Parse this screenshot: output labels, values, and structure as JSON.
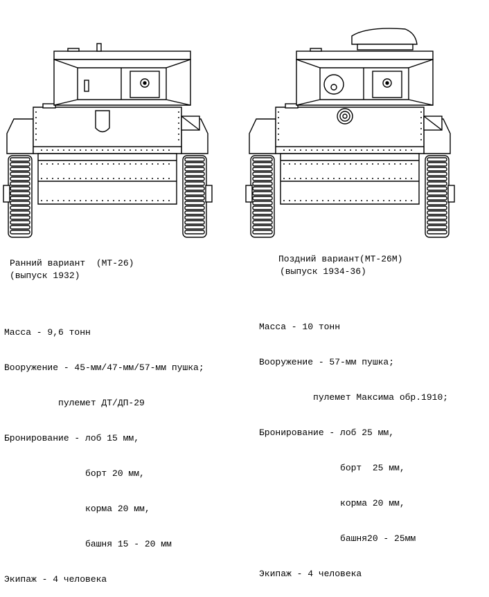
{
  "early": {
    "title": "Ранний вариант  (МТ-26)",
    "subtitle": "(выпуск 1932)",
    "specs": [
      "Масса - 9,6 тонн",
      "Вооружение - 45-мм/47-мм/57-мм пушка;",
      "          пулемет ДТ/ДП-29",
      "Бронирование - лоб 15 мм,",
      "               борт 20 мм,",
      "               корма 20 мм,",
      "               башня 15 - 20 мм",
      "Экипаж - 4 человека"
    ]
  },
  "late": {
    "title": "Поздний вариант(МТ-26М)",
    "subtitle": "(выпуск 1934-36)",
    "specs": [
      "Масса - 10 тонн",
      "Вооружение - 57-мм пушка;",
      "          пулемет Максима обр.1910;",
      "Бронирование - лоб 25 мм,",
      "               борт  25 мм,",
      "               корма 20 мм,",
      "               башня20 - 25мм",
      "Экипаж - 4 человека"
    ]
  }
}
